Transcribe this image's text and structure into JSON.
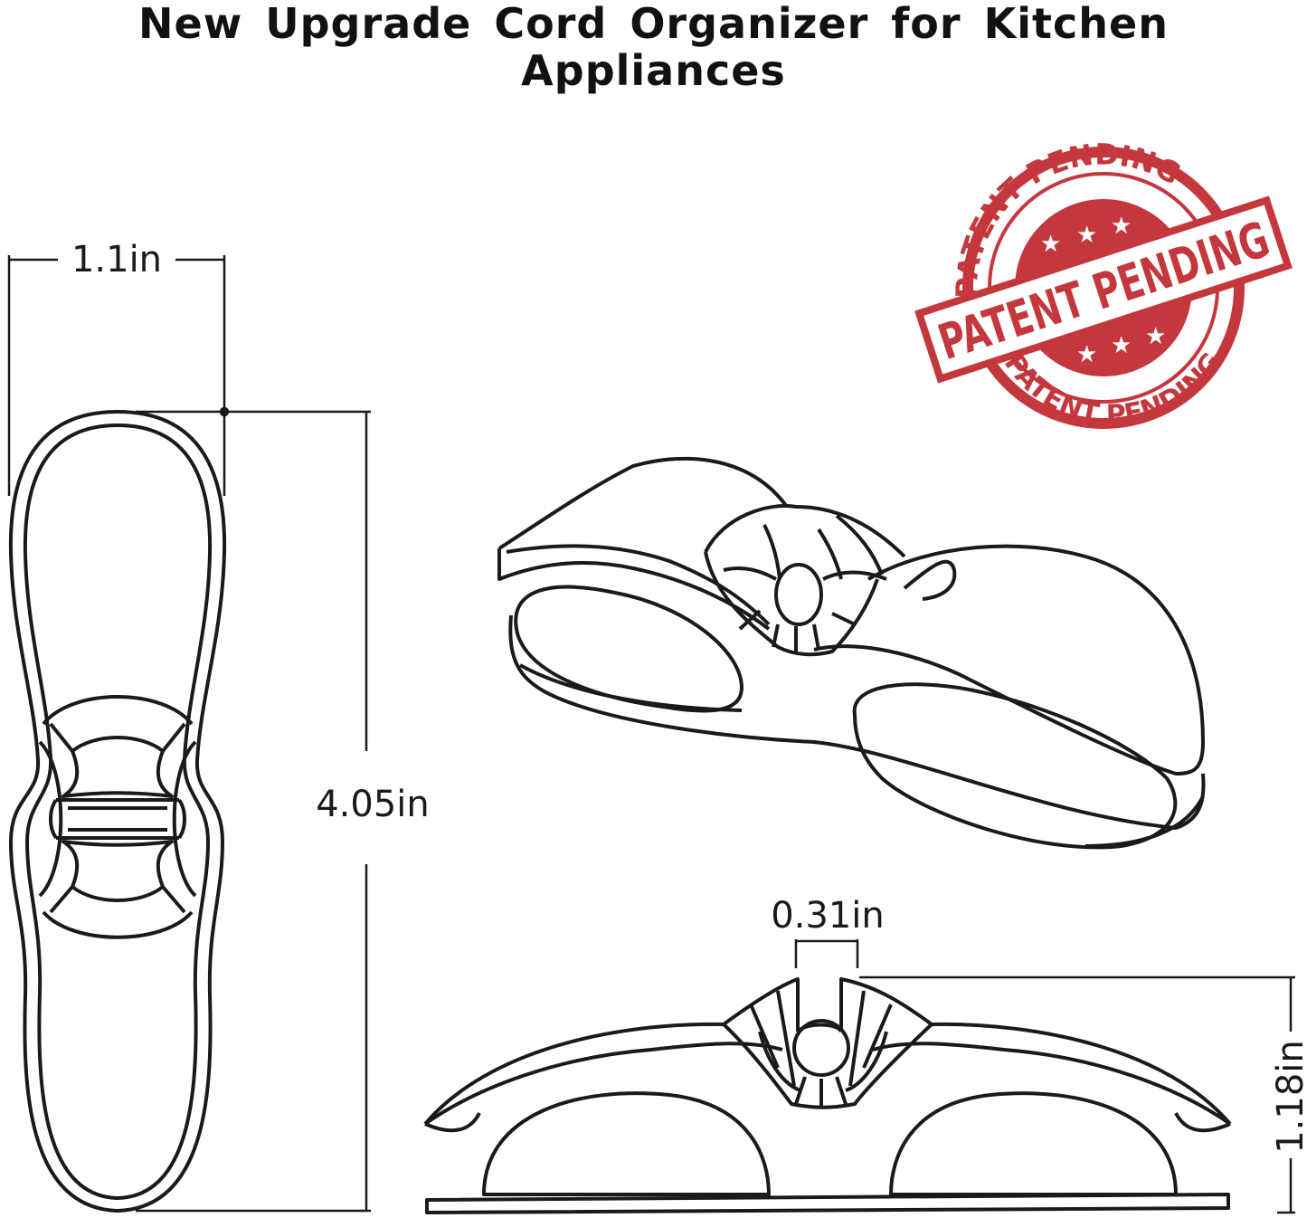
{
  "title": "New Upgrade Cord Organizer for Kitchen Appliances",
  "dimensions": {
    "width": "1.1in",
    "height": "4.05in",
    "gap": "0.31in",
    "side_height": "1.18in"
  },
  "stamp": {
    "ring_top": "PATENT PENDING",
    "banner": "PATENT PENDING",
    "ring_bottom": "PATENT PENDING",
    "color": "#c0272d"
  },
  "colors": {
    "line": "#1a1a1a",
    "background": "#ffffff"
  }
}
